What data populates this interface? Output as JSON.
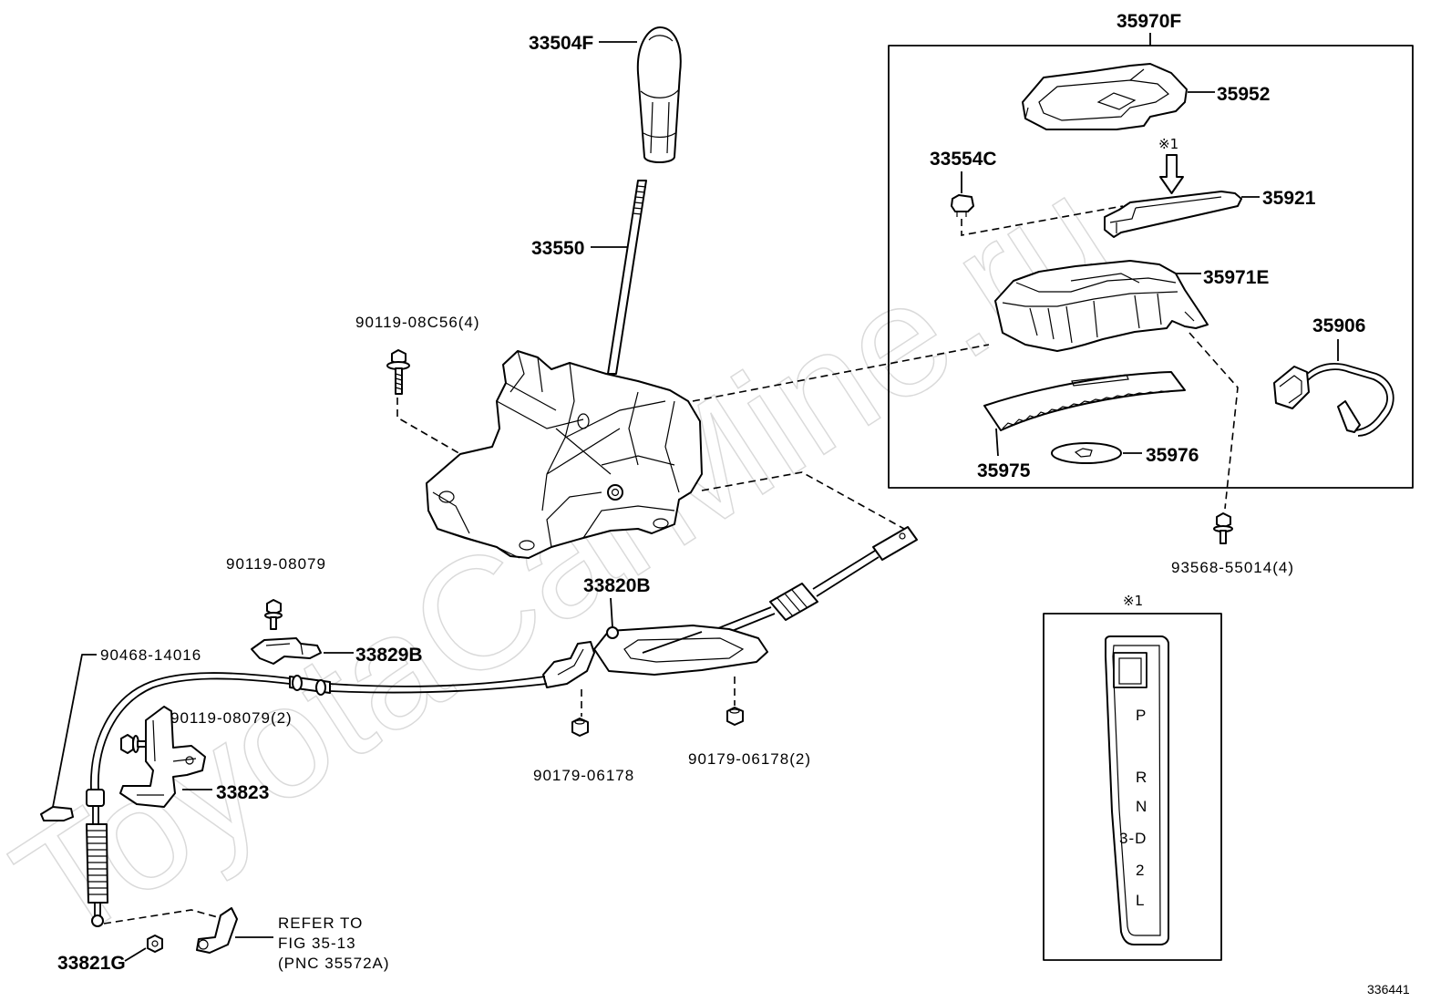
{
  "watermark": "ToyotaCarMine.ru",
  "figure_number": "336441",
  "note_mark": "※1",
  "callouts": {
    "c35970F": "35970F",
    "c33504F": "33504F",
    "c35952": "35952",
    "c33554C": "33554C",
    "c35921": "35921",
    "c33550": "33550",
    "c35971E": "35971E",
    "c90119_08C56": "90119-08C56(4)",
    "c35906": "35906",
    "c35975": "35975",
    "c35976": "35976",
    "c93568": "93568-55014(4)",
    "c90119_08079": "90119-08079",
    "c33820B": "33820B",
    "c90468": "90468-14016",
    "c33829B": "33829B",
    "c90119_08079_2": "90119-08079(2)",
    "c33823": "33823",
    "c90179": "90179-06178",
    "c90179_2": "90179-06178(2)",
    "c33821G": "33821G"
  },
  "reference_note": {
    "line1": "REFER TO",
    "line2": "FIG 35-13",
    "line3": "(PNC 35572A)"
  },
  "inset": {
    "mark": "※1",
    "positions": [
      "P",
      "R",
      "N",
      "3-D",
      "2",
      "L"
    ]
  }
}
